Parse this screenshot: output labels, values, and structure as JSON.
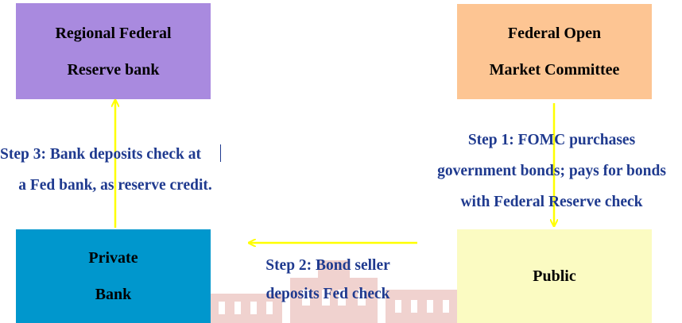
{
  "boxes": {
    "regional": {
      "line1": "Regional Federal",
      "line2": "Reserve bank",
      "color": "#a98adf"
    },
    "fomc": {
      "line1": "Federal Open",
      "line2": "Market Committee",
      "color": "#fdc593"
    },
    "private": {
      "line1": "Private",
      "line2": "Bank",
      "color": "#0097cd"
    },
    "public": {
      "label": "Public",
      "color": "#fbfbc2"
    }
  },
  "steps": {
    "step1": {
      "line1": "Step 1: FOMC purchases",
      "line2": "government bonds; pays for bonds",
      "line3": "with Federal Reserve check"
    },
    "step2": {
      "line1": "Step 2: Bond seller",
      "line2": "deposits Fed check"
    },
    "step3": {
      "line1": "Step 3: Bank deposits check at",
      "line2": "a Fed bank, as reserve credit."
    }
  },
  "colors": {
    "arrow": "#ffff00",
    "step_text": "#1f3a8f"
  }
}
